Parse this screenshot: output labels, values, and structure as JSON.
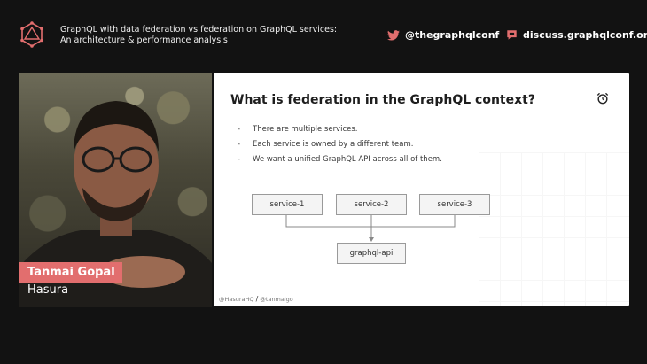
{
  "header": {
    "title_line1": "GraphQL with data federation vs federation on GraphQL services:",
    "title_line2": "An architecture & performance analysis",
    "twitter_handle": "@thegraphqlconf",
    "discuss_link": "discuss.graphqlconf.org",
    "brand_color": "#e26e6e"
  },
  "speaker": {
    "name": "Tanmai Gopal",
    "company": "Hasura"
  },
  "slide": {
    "title": "What is federation in the GraphQL context?",
    "bullets": [
      {
        "dash": "-",
        "text": "There are multiple services."
      },
      {
        "dash": "-",
        "text": "Each service is owned by a different team."
      },
      {
        "dash": "-",
        "text": "We want a unified GraphQL API across all of them."
      }
    ],
    "diagram": {
      "services": [
        "service-1",
        "service-2",
        "service-3"
      ],
      "api": "graphql-api"
    },
    "handle_1": "@HasuraHQ",
    "separator": "/",
    "handle_2": "@tanmaigo"
  }
}
